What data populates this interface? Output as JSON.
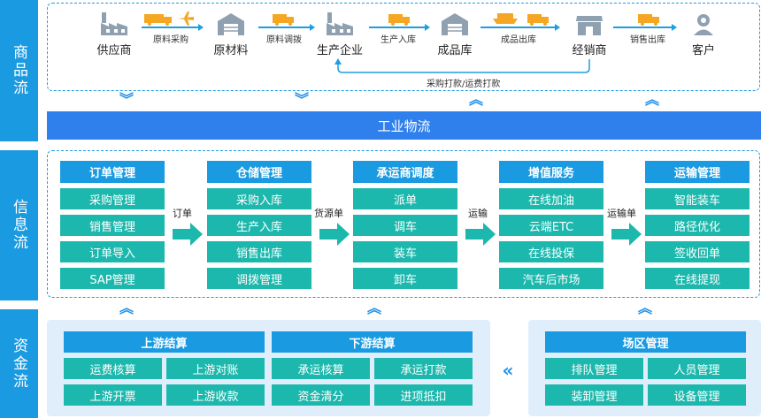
{
  "side_labels": [
    "商品流",
    "信息流",
    "资金流"
  ],
  "commodity_flow": {
    "nodes": [
      {
        "label": "供应商",
        "icon": "factory-icon"
      },
      {
        "label": "原材料",
        "icon": "warehouse-icon"
      },
      {
        "label": "生产企业",
        "icon": "factory-icon"
      },
      {
        "label": "成品库",
        "icon": "warehouse-icon"
      },
      {
        "label": "经销商",
        "icon": "store-icon"
      },
      {
        "label": "客户",
        "icon": "person-icon"
      }
    ],
    "links": [
      "原料采购",
      "原料调拨",
      "生产入库",
      "成品出库",
      "销售出库"
    ],
    "return_link": "采购打款/运费打款"
  },
  "banner": "工业物流",
  "info_flow": {
    "columns": [
      {
        "title": "订单管理",
        "items": [
          "采购管理",
          "销售管理",
          "订单导入",
          "SAP管理"
        ]
      },
      {
        "title": "仓储管理",
        "items": [
          "采购入库",
          "生产入库",
          "销售出库",
          "调拨管理"
        ]
      },
      {
        "title": "承运商调度",
        "items": [
          "派单",
          "调车",
          "装车",
          "卸车"
        ]
      },
      {
        "title": "增值服务",
        "items": [
          "在线加油",
          "云端ETC",
          "在线投保",
          "汽车后市场"
        ]
      },
      {
        "title": "运输管理",
        "items": [
          "智能装车",
          "路径优化",
          "签收回单",
          "在线提现"
        ]
      }
    ],
    "arrows": [
      "订单",
      "货源单",
      "运输",
      "运输单"
    ]
  },
  "fund_flow": {
    "upstream": {
      "title": "上游结算",
      "items": [
        "运费核算",
        "上游对账",
        "上游开票",
        "上游收款"
      ]
    },
    "downstream": {
      "title": "下游结算",
      "items": [
        "承运核算",
        "承运打款",
        "资金清分",
        "进项抵扣"
      ]
    },
    "yard": {
      "title": "场区管理",
      "items": [
        "排队管理",
        "人员管理",
        "装卸管理",
        "设备管理"
      ]
    }
  },
  "colors": {
    "side": "#1a9ae0",
    "header": "#1a9ae0",
    "item": "#1cb8ad",
    "banner": "#2f80ed",
    "fund_bg": "#e0eefb"
  }
}
